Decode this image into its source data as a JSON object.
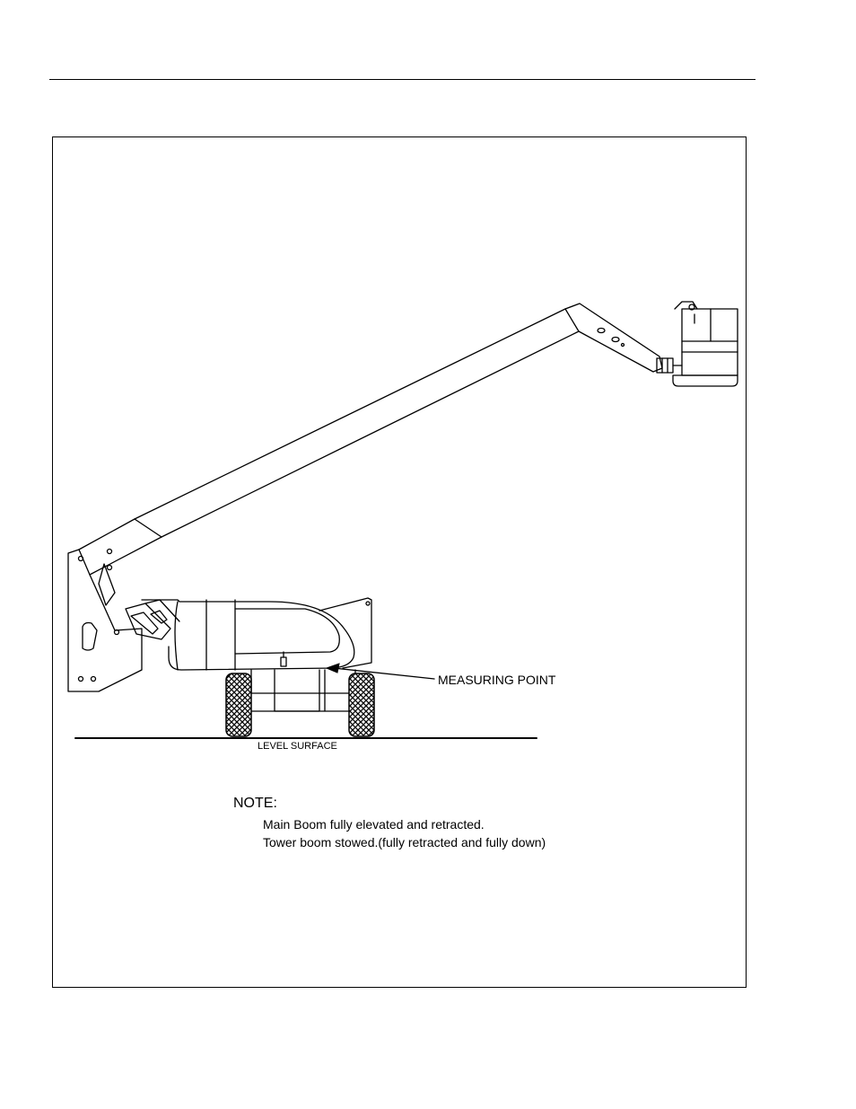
{
  "figure": {
    "labels": {
      "measuring_point": "MEASURING POINT",
      "level_surface": "LEVEL SURFACE"
    },
    "note": {
      "title": "NOTE:",
      "lines": [
        "Main Boom fully elevated and retracted.",
        "Tower boom stowed.(fully retracted and fully down)"
      ]
    }
  }
}
